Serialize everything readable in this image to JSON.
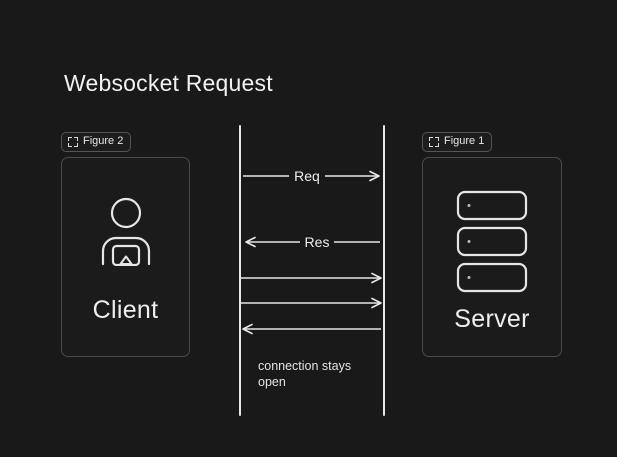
{
  "page": {
    "title": "Websocket Request",
    "background_color": "#191919",
    "foreground_color": "#ededed",
    "border_color": "#4a4a4a"
  },
  "figures": {
    "left": {
      "label": "Figure 2",
      "icon": "crop-frame-icon"
    },
    "right": {
      "label": "Figure 1",
      "icon": "crop-frame-icon"
    }
  },
  "nodes": {
    "client": {
      "label": "Client",
      "icon": "person-screen-icon"
    },
    "server": {
      "label": "Server",
      "icon": "server-stack-icon",
      "unit_count": 3
    }
  },
  "sequence": {
    "lifelines": [
      {
        "name": "client-lifeline"
      },
      {
        "name": "server-lifeline"
      }
    ],
    "messages": [
      {
        "id": "req",
        "label": "Req",
        "direction": "right"
      },
      {
        "id": "res",
        "label": "Res",
        "direction": "left"
      },
      {
        "id": "msg-3",
        "label": "",
        "direction": "right"
      },
      {
        "id": "msg-4",
        "label": "",
        "direction": "right"
      },
      {
        "id": "msg-5",
        "label": "",
        "direction": "left"
      }
    ],
    "note": "connection stays open"
  }
}
